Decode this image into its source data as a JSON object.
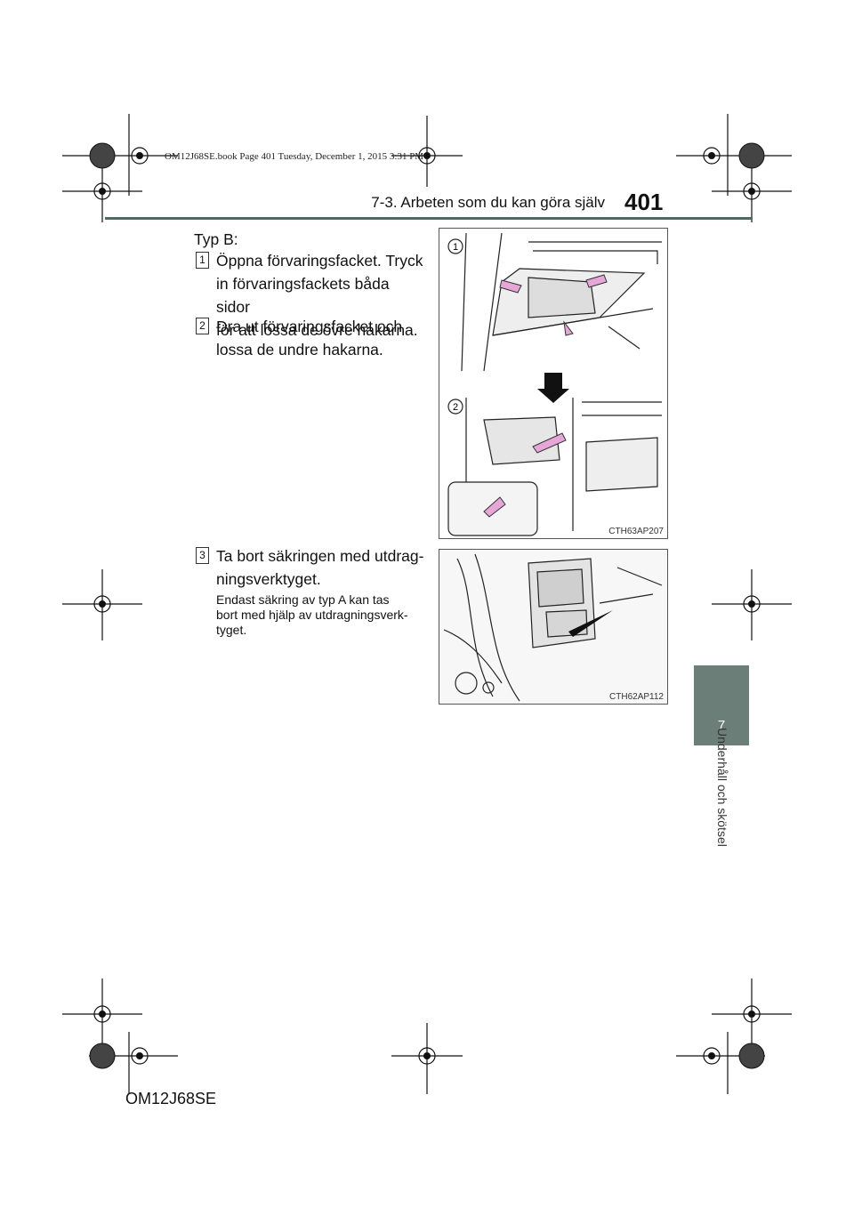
{
  "header": {
    "section_title": "7-3. Arbeten som du kan göra själv",
    "page_number": "401"
  },
  "book_info": "OM12J68SE.book  Page 401  Tuesday, December 1, 2015  3:31 PM",
  "side_tab": {
    "number": "7",
    "label": "Underhåll och skötsel"
  },
  "content": {
    "type_heading": "Typ B:",
    "steps": [
      {
        "num": "1",
        "line1": "Öppna  förvaringsfacket.  Tryck",
        "line2": "in  förvaringsfackets  båda  sidor",
        "line3": "för att lossa de övre hakarna."
      },
      {
        "num": "2",
        "line1": "Dra   ut   förvaringsfacket   och",
        "line2": "lossa de undre hakarna."
      },
      {
        "num": "3",
        "line1": "Ta  bort  säkringen  med  utdrag-",
        "line2": "ningsverktyget."
      }
    ],
    "note_lines": [
      "Endast  säkring  av  typ  A  kan  tas",
      "bort med hjälp av utdragningsverk-",
      "tyget."
    ]
  },
  "figures": [
    {
      "code": "CTH63AP207",
      "labels": [
        "1",
        "2"
      ]
    },
    {
      "code": "CTH62AP112"
    }
  ],
  "footer": {
    "doc_code": "OM12J68SE"
  }
}
